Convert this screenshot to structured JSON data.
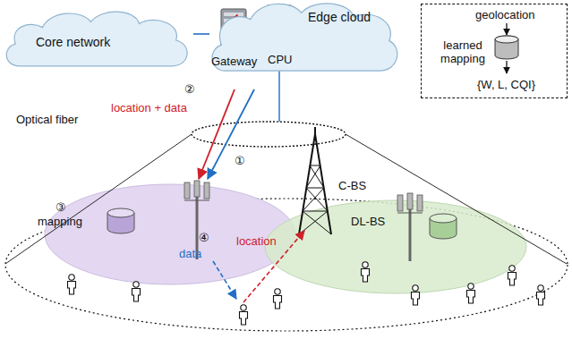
{
  "diagram": {
    "nodes": [
      {
        "text": [
          "Core network"
        ]
      },
      {
        "text": [
          "Edge cloud"
        ]
      },
      {
        "text": [
          "Gateway"
        ]
      },
      {
        "text": [
          "CPU"
        ],
        "in": 1
      },
      {
        "text": [
          "geolocation",
          "learned mapping",
          "{W, L, CQI}"
        ]
      }
    ],
    "edges": [
      {
        "from": 0,
        "to": 2,
        "arrow": "none"
      },
      {
        "from": 2,
        "to": 3,
        "arrow": "none"
      }
    ],
    "labels": [
      "Optical fiber",
      "②",
      "location + data",
      "①",
      "location",
      "③",
      "mapping",
      "④",
      "data",
      "C-BS",
      "DL-BS"
    ]
  }
}
